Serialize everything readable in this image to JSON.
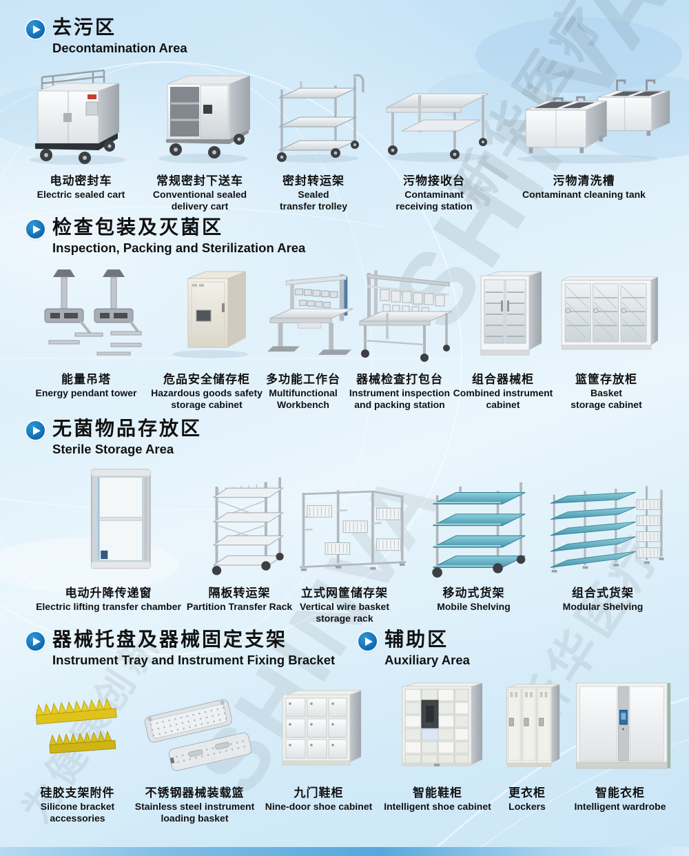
{
  "watermarks": {
    "brand": "SHINVA",
    "cn": "新华医疗",
    "slogan": "为健康创新"
  },
  "colors": {
    "accent_blue": "#1071bc",
    "teal_shelf": "#4e9cb0",
    "silicone_yellow": "#e2c61f",
    "background": "#cfe7f7"
  },
  "sections": [
    {
      "title_zh": "去污区",
      "title_en": "Decontamination Area",
      "products": [
        {
          "zh": "电动密封车",
          "en": "Electric sealed cart"
        },
        {
          "zh": "常规密封下送车",
          "en": "Conventional sealed\ndelivery cart"
        },
        {
          "zh": "密封转运架",
          "en": "Sealed\ntransfer trolley"
        },
        {
          "zh": "污物接收台",
          "en": "Contaminant\nreceiving station"
        },
        {
          "zh": "污物清洗槽",
          "en": "Contaminant cleaning tank"
        }
      ]
    },
    {
      "title_zh": "检查包装及灭菌区",
      "title_en": "Inspection, Packing and Sterilization Area",
      "products": [
        {
          "zh": "能量吊塔",
          "en": "Energy pendant tower"
        },
        {
          "zh": "危品安全储存柜",
          "en": "Hazardous goods safety\nstorage cabinet"
        },
        {
          "zh": "多功能工作台",
          "en": "Multifunctional\nWorkbench"
        },
        {
          "zh": "器械检查打包台",
          "en": "Instrument inspection\nand packing station"
        },
        {
          "zh": "组合器械柜",
          "en": "Combined instrument\ncabinet"
        },
        {
          "zh": "篮筐存放柜",
          "en": "Basket\nstorage cabinet"
        }
      ]
    },
    {
      "title_zh": "无菌物品存放区",
      "title_en": "Sterile Storage Area",
      "products": [
        {
          "zh": "电动升降传递窗",
          "en": "Electric lifting transfer chamber"
        },
        {
          "zh": "隔板转运架",
          "en": "Partition Transfer Rack"
        },
        {
          "zh": "立式网筐储存架",
          "en": "Vertical wire basket\nstorage rack"
        },
        {
          "zh": "移动式货架",
          "en": "Mobile Shelving"
        },
        {
          "zh": "组合式货架",
          "en": "Modular Shelving"
        }
      ]
    },
    {
      "title_zh": "器械托盘及器械固定支架",
      "title_en": "Instrument Tray and Instrument Fixing Bracket",
      "products": [
        {
          "zh": "硅胶支架附件",
          "en": "Silicone bracket\naccessories"
        },
        {
          "zh": "不锈钢器械装载篮",
          "en": "Stainless steel instrument\nloading basket"
        }
      ]
    },
    {
      "title_zh": "辅助区",
      "title_en": "Auxiliary Area",
      "products": [
        {
          "zh": "九门鞋柜",
          "en": "Nine-door shoe cabinet"
        },
        {
          "zh": "智能鞋柜",
          "en": "Intelligent shoe cabinet"
        },
        {
          "zh": "更衣柜",
          "en": "Lockers"
        },
        {
          "zh": "智能衣柜",
          "en": "Intelligent wardrobe"
        }
      ]
    }
  ]
}
